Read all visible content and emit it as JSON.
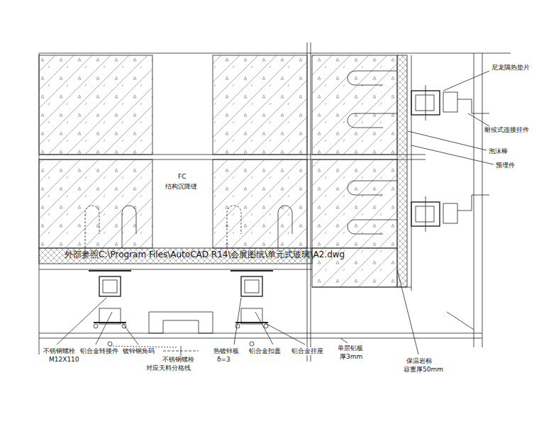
{
  "diagram": {
    "labels": [
      "尼龙隔热垫片",
      "耐候式连接挂件",
      "泡沫棒",
      "预埋件",
      "FC",
      "结构沉降缝",
      "外部参照C:\\Program Files\\AutoCAD R14\\会展图纸\\单元式玻璃\\A2.dwg",
      "不锈钢螺栓",
      "M12X110",
      "铝合金转接件",
      "镀锌钢角码",
      "不锈钢螺栓",
      "对应天料分格线",
      "热镀锌板",
      "δ=3",
      "铝合金扣盖",
      "铝合金挂座",
      "单层铝板",
      "厚3mm",
      "保温岩棉",
      "容重厚50mm"
    ]
  }
}
